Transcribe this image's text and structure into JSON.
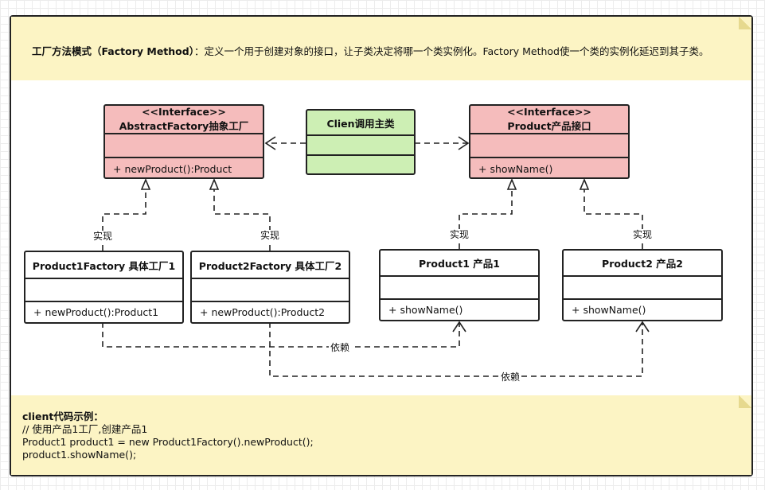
{
  "intro": {
    "title": "工厂方法模式（Factory Method）",
    "text": "：定义一个用于创建对象的接口，让子类决定将哪一个类实例化。Factory Method使一个类的实例化延迟到其子类。"
  },
  "classes": {
    "abstract_factory": {
      "stereotype": "<<Interface>>",
      "name": "AbstractFactory抽象工厂",
      "method": "+ newProduct():Product"
    },
    "client": {
      "name": "Clien调用主类"
    },
    "product": {
      "stereotype": "<<Interface>>",
      "name": "Product产品接口",
      "method": "+ showName()"
    },
    "factory1": {
      "name": "Product1Factory 具体工厂1",
      "method": "+ newProduct():Product1"
    },
    "factory2": {
      "name": "Product2Factory 具体工厂2",
      "method": "+ newProduct():Product2"
    },
    "product1": {
      "name": "Product1 产品1",
      "method": "+ showName()"
    },
    "product2": {
      "name": "Product2 产品2",
      "method": "+ showName()"
    }
  },
  "relations": {
    "implement": "实现",
    "depend": "依赖"
  },
  "code": {
    "heading": "client代码示例：",
    "comment": "// 使用产品1工厂,创建产品1",
    "line1": "Product1 product1 = new Product1Factory().newProduct();",
    "line2": "product1.showName();"
  },
  "colors": {
    "interface_fill": "#f5bcbc",
    "client_fill": "#cdefb4",
    "note_fill": "#fcf4c4"
  }
}
